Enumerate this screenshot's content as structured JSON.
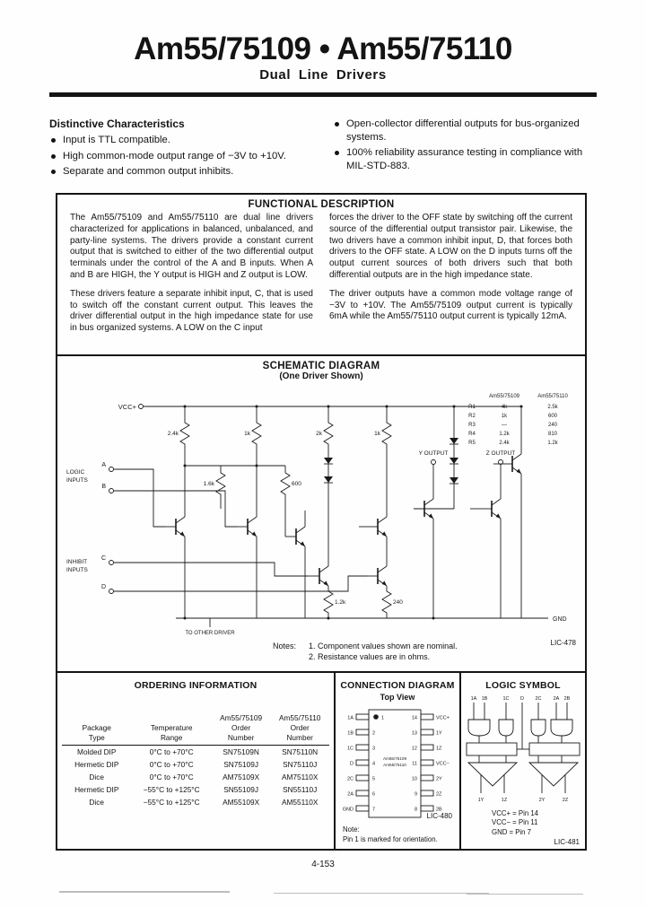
{
  "header": {
    "title": "Am55/75109 • Am55/75110",
    "subtitle": "Dual Line Drivers"
  },
  "characteristics": {
    "heading": "Distinctive Characteristics",
    "left_bullets": [
      "Input is TTL compatible.",
      "High common-mode output range of −3V to +10V.",
      "Separate and common output inhibits."
    ],
    "right_bullets": [
      "Open-collector differential outputs for bus-organized systems.",
      "100% reliability assurance testing in compliance with MIL-STD-883."
    ]
  },
  "functional": {
    "title": "FUNCTIONAL DESCRIPTION",
    "left_paragraphs": [
      "The Am55/75109 and Am55/75110 are dual line drivers characterized for applications in balanced, unbalanced, and party-line systems. The drivers provide a constant current output that is switched to either of the two differential output terminals under the control of the A and B inputs. When A and B are HIGH, the Y output is HIGH and Z output is LOW.",
      "These drivers feature a separate inhibit input, C, that is used to switch off the constant current output. This leaves the driver differential output in the high impedance state for use in bus organized systems. A LOW on the C input"
    ],
    "right_paragraphs": [
      "forces the driver to the OFF state by switching off the current source of the differential output transistor pair. Likewise, the two drivers have a common inhibit input, D, that forces both drivers to the OFF state. A LOW on the D inputs turns off the output current sources of both drivers such that both differential outputs are in the high impedance state.",
      "The driver outputs have a common mode voltage range of −3V to +10V. The Am55/75109 output current is typically 6mA while the Am55/75110 output current is typically 12mA."
    ]
  },
  "schematic": {
    "title": "SCHEMATIC DIAGRAM",
    "subtitle": "(One Driver Shown)",
    "vcc_label": "VCC+",
    "gnd_label": "GND",
    "y_output": "Y OUTPUT",
    "z_output": "Z OUTPUT",
    "logic_inputs_line1": "LOGIC",
    "logic_inputs_line2": "INPUTS",
    "inhibit_inputs_line1": "INHIBIT",
    "inhibit_inputs_line2": "INPUTS",
    "input_a": "A",
    "input_b": "B",
    "input_c": "C",
    "input_d": "D",
    "to_other_driver": "TO OTHER DRIVER",
    "resistors": {
      "r1": "2.4k",
      "r2": "1k",
      "r3": "2k",
      "r4": "1k",
      "r5": "1.6k",
      "r6": "600",
      "r7": "1.2k",
      "r8": "240"
    },
    "value_table": {
      "col_headers": [
        "Am55/75109",
        "Am55/75110"
      ],
      "rows": [
        [
          "R1",
          "4k",
          "2.5k"
        ],
        [
          "R2",
          "1k",
          "600"
        ],
        [
          "R3",
          "—",
          "240"
        ],
        [
          "R4",
          "1.2k",
          "810"
        ],
        [
          "R5",
          "2.4k",
          "1.2k"
        ]
      ]
    },
    "notes_label": "Notes:",
    "note1": "1.  Component values shown are nominal.",
    "note2": "2.  Resistance values are in ohms.",
    "fig_tag": "LIC-478"
  },
  "ordering": {
    "title": "ORDERING INFORMATION",
    "columns": [
      {
        "lines": [
          "Package",
          "Type"
        ]
      },
      {
        "lines": [
          "Temperature",
          "Range"
        ]
      },
      {
        "lines": [
          "Am55/75109",
          "Order",
          "Number"
        ]
      },
      {
        "lines": [
          "Am55/75110",
          "Order",
          "Number"
        ]
      }
    ],
    "rows": [
      [
        "Molded DIP",
        "0°C to +70°C",
        "SN75109N",
        "SN75110N"
      ],
      [
        "Hermetic DIP",
        "0°C to +70°C",
        "SN75109J",
        "SN75110J"
      ],
      [
        "Dice",
        "0°C to +70°C",
        "AM75109X",
        "AM75110X"
      ],
      [
        "Hermetic DIP",
        "−55°C to +125°C",
        "SN55109J",
        "SN55110J"
      ],
      [
        "Dice",
        "−55°C to +125°C",
        "AM55109X",
        "AM55110X"
      ]
    ]
  },
  "connection": {
    "title": "CONNECTION DIAGRAM",
    "subtitle": "Top View",
    "chip_line1": "Am55/75109",
    "chip_line2": "Am55/75110",
    "left_pins": [
      {
        "num": "1",
        "label": "1A"
      },
      {
        "num": "2",
        "label": "1B"
      },
      {
        "num": "3",
        "label": "1C"
      },
      {
        "num": "4",
        "label": "D"
      },
      {
        "num": "5",
        "label": "2C"
      },
      {
        "num": "6",
        "label": "2A"
      },
      {
        "num": "7",
        "label": "GND"
      }
    ],
    "right_pins": [
      {
        "num": "14",
        "label": "VCC+"
      },
      {
        "num": "13",
        "label": "1Y"
      },
      {
        "num": "12",
        "label": "1Z"
      },
      {
        "num": "11",
        "label": "VCC−"
      },
      {
        "num": "10",
        "label": "2Y"
      },
      {
        "num": "9",
        "label": "2Z"
      },
      {
        "num": "8",
        "label": "2B"
      }
    ],
    "fig_tag": "LIC-480",
    "note_label": "Note:",
    "note": "Pin 1 is marked for orientation."
  },
  "logic_symbol": {
    "title": "LOGIC SYMBOL",
    "top_pins": [
      "1A",
      "1B",
      "1C",
      "D",
      "2C",
      "2A",
      "2B"
    ],
    "outputs": [
      "1Y",
      "1Z",
      "2Y",
      "2Z"
    ],
    "vcc_plus": "VCC+ = Pin 14",
    "vcc_minus": "VCC− = Pin 11",
    "gnd": "GND = Pin 7",
    "fig_tag": "LIC-481"
  },
  "footer": {
    "page_number": "4-153"
  }
}
